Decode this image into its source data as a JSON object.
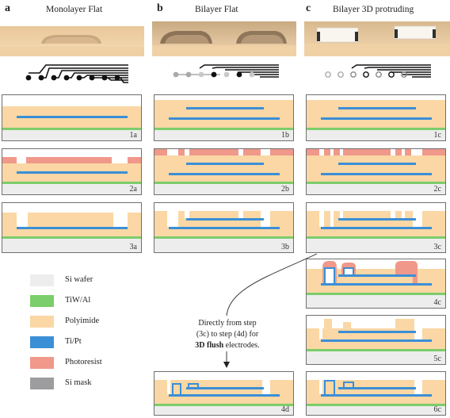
{
  "columns": [
    {
      "letter": "a",
      "title": "Monolayer Flat"
    },
    {
      "letter": "b",
      "title": "Bilayer Flat"
    },
    {
      "letter": "c",
      "title": "Bilayer 3D protruding"
    }
  ],
  "steps": {
    "s1a": "1a",
    "s1b": "1b",
    "s1c": "1c",
    "s2a": "2a",
    "s2b": "2b",
    "s2c": "2c",
    "s3a": "3a",
    "s3b": "3b",
    "s3c": "3c",
    "s4c": "4c",
    "s5c": "5c",
    "s6c": "6c",
    "s4d": "4d"
  },
  "legend": [
    {
      "label": "Si wafer",
      "color": "#ededed"
    },
    {
      "label": "TiW/Al",
      "color": "#7ccd6b"
    },
    {
      "label": "Polyimide",
      "color": "#fad7a4"
    },
    {
      "label": "Ti/Pt",
      "color": "#3b8fd6"
    },
    {
      "label": "Photoresist",
      "color": "#f0988a"
    },
    {
      "label": "Si mask",
      "color": "#9d9d9f"
    }
  ],
  "note": {
    "line1": "Directly from step",
    "line2": "(3c) to step (4d) for",
    "bold": "3D flush",
    "line3_rest": " electrodes."
  }
}
